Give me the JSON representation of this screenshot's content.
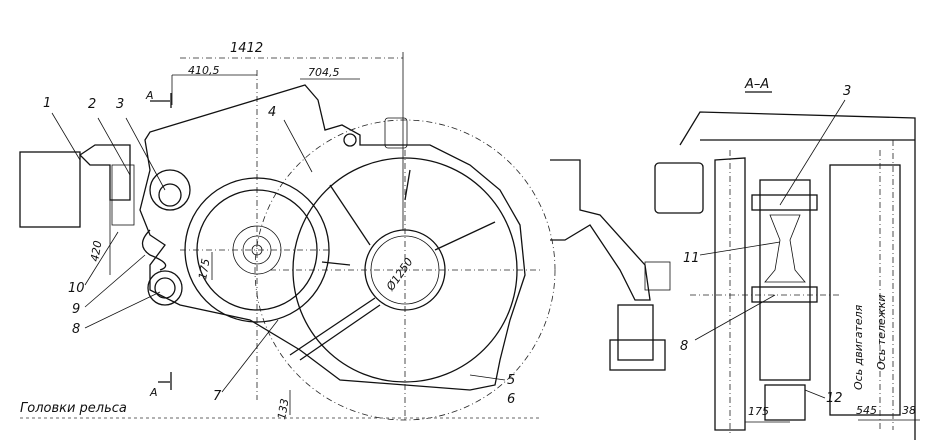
{
  "dimensions": {
    "total_width": "1412",
    "left_offset": "410,5",
    "right_offset": "704,5",
    "pivot_height": "420",
    "pinion_offset": "175",
    "gear_diameter": "Ø1250",
    "clearance": "133",
    "section_offset": "175",
    "motor_axis_offset": "545",
    "bogie_axis_offset": "38"
  },
  "section_marks": {
    "left_top": "A",
    "left_bottom": "A",
    "section_title": "A–A"
  },
  "callouts_main": [
    "1",
    "2",
    "3",
    "4",
    "5",
    "6",
    "7",
    "8",
    "9",
    "10"
  ],
  "callouts_section": [
    "3",
    "11",
    "8",
    "12"
  ],
  "annotations": {
    "rail_head": "Головки рельса",
    "motor_axis": "Ось двигателя",
    "bogie_axis": "Ось тележки"
  }
}
